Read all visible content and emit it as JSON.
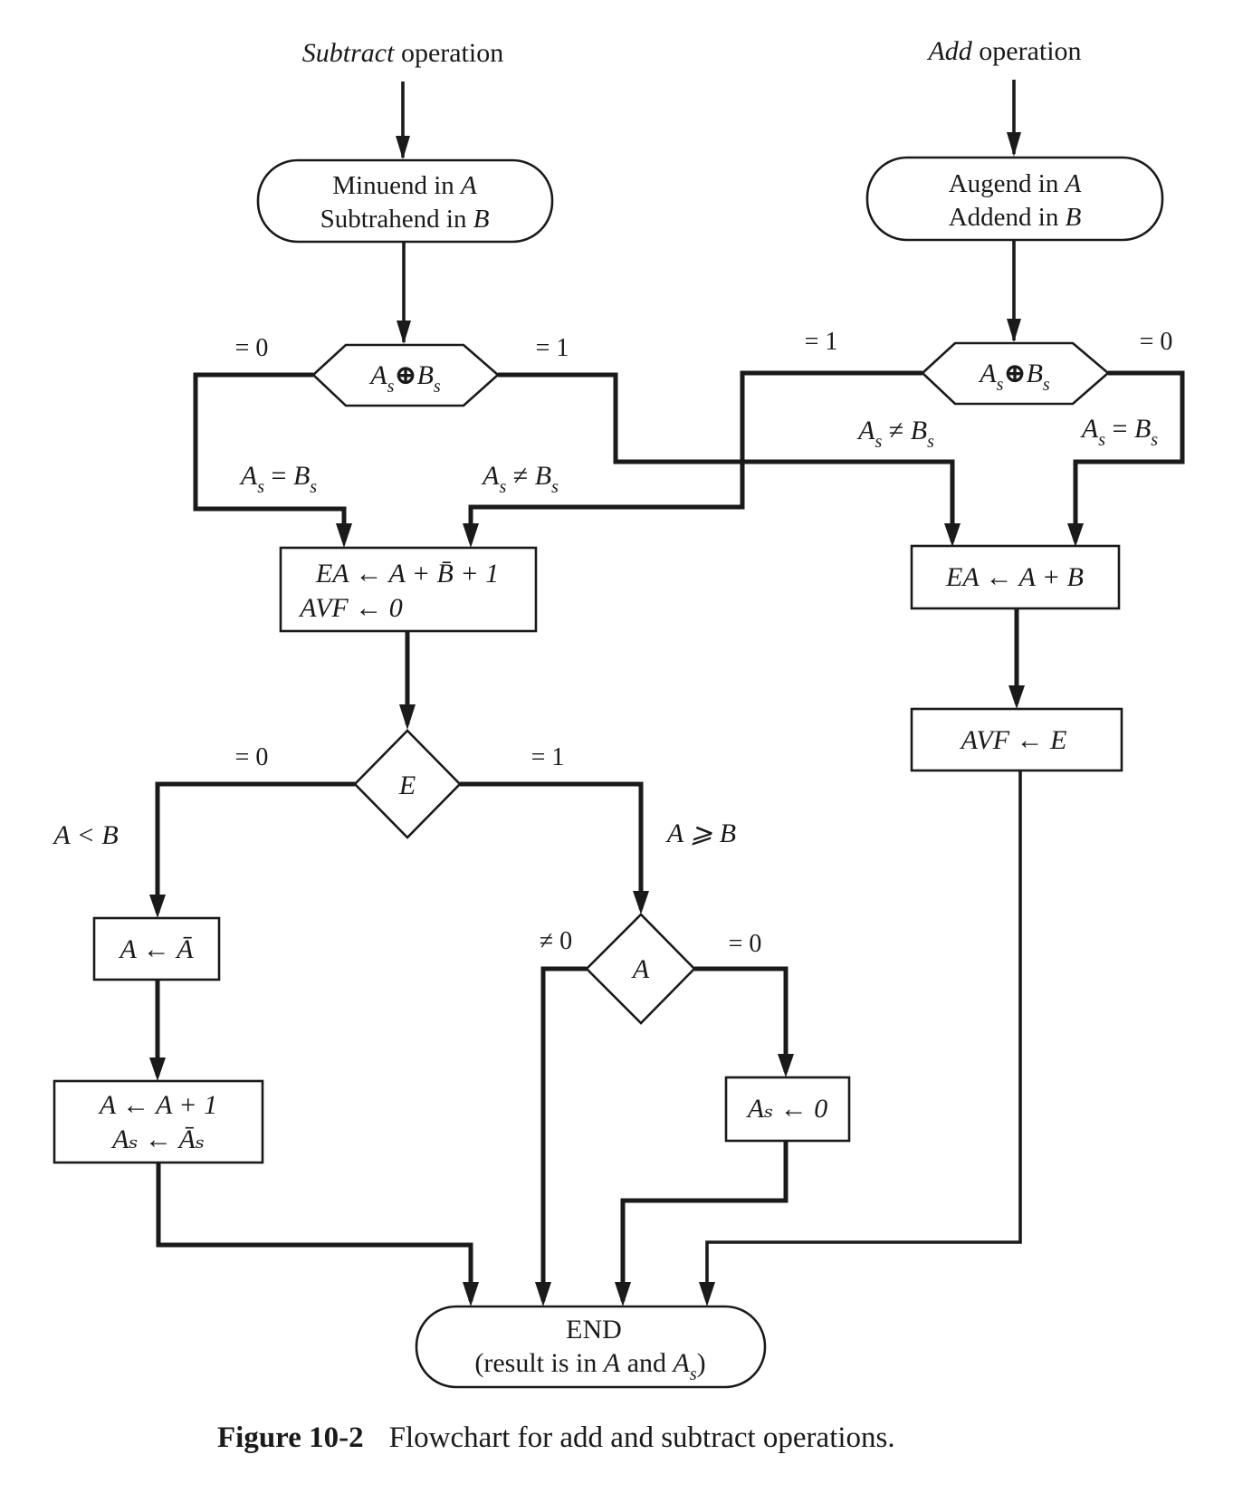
{
  "figure": {
    "caption_number": "Figure 10-2",
    "caption_text": "Flowchart for add and subtract operations."
  },
  "subtract_branch": {
    "title_italic": "Subtract",
    "title_rest": " operation",
    "start_line1": "Minuend in ",
    "start_line1_var": "A",
    "start_line2": "Subtrahend in ",
    "start_line2_var": "B",
    "sign_test": {
      "left": "A",
      "left_sub": "s",
      "op": "⊕",
      "right": "B",
      "right_sub": "s"
    },
    "sign_test_left_label": "= 0",
    "sign_test_right_label": "= 1",
    "equal_signs_label": {
      "left": "A",
      "sub": "s",
      "op": " = ",
      "right": "B",
      "rsub": "s"
    },
    "unequal_signs_label": {
      "left": "A",
      "sub": "s",
      "op": " ≠ ",
      "right": "B",
      "rsub": "s"
    },
    "compute_line1": "EA ← A + B̄ + 1",
    "compute_line2": "AVF ← 0",
    "e_test": "E",
    "e_left_label": "= 0",
    "e_right_label": "= 1",
    "a_less_b": "A < B",
    "a_geq_b": "A ⩾ B",
    "complement_step": "A ← Ā",
    "increment_line1": "A ← A + 1",
    "increment_line2": "Aₛ ← Āₛ",
    "a_test": "A",
    "a_nonzero_label": "≠ 0",
    "a_zero_label": "= 0",
    "clear_sign": "Aₛ ← 0"
  },
  "add_branch": {
    "title_italic": "Add",
    "title_rest": " operation",
    "start_line1": "Augend in ",
    "start_line1_var": "A",
    "start_line2": "Addend in ",
    "start_line2_var": "B",
    "sign_test": {
      "left": "A",
      "left_sub": "s",
      "op": "⊕",
      "right": "B",
      "right_sub": "s"
    },
    "sign_test_left_label": "= 1",
    "sign_test_right_label": "= 0",
    "unequal_signs_label": {
      "left": "A",
      "sub": "s",
      "op": " ≠ ",
      "right": "B",
      "rsub": "s"
    },
    "equal_signs_label": {
      "left": "A",
      "sub": "s",
      "op": " = ",
      "right": "B",
      "rsub": "s"
    },
    "compute": "EA ← A + B",
    "overflow": "AVF ← E"
  },
  "end": {
    "line1": "END",
    "line2_pre": "(result is in ",
    "line2_var1": "A",
    "line2_mid": " and ",
    "line2_var2": "A",
    "line2_sub": "s",
    "line2_post": ")"
  }
}
